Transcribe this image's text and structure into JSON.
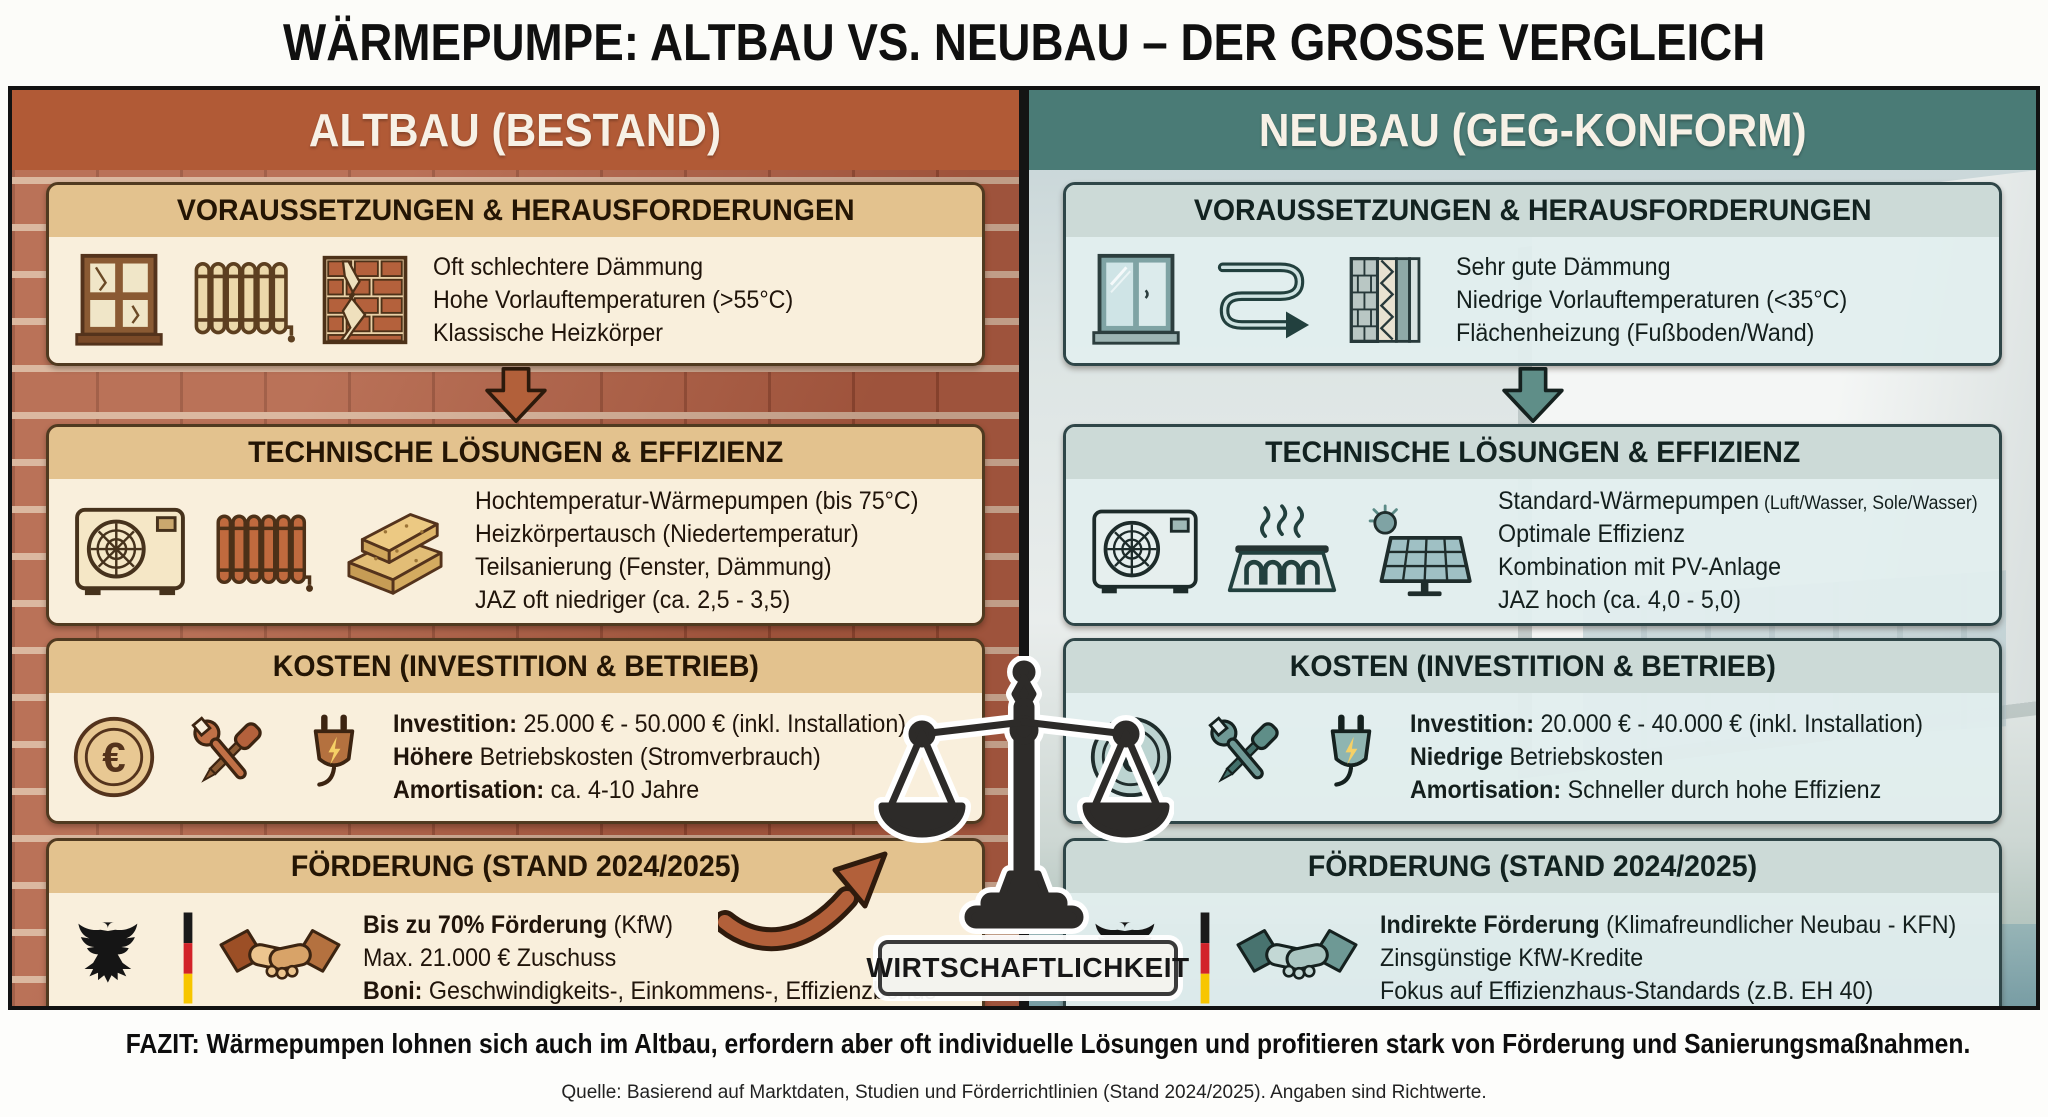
{
  "title": "WÄRMEPUMPE: ALTBAU VS. NEUBAU – DER GROSSE VERGLEICH",
  "columns": {
    "altbau": {
      "header": "ALTBAU (BESTAND)",
      "sections": {
        "voraussetzungen": {
          "title": "VORAUSSETZUNGEN & HERAUSFORDERUNGEN",
          "icons": [
            "broken-window-icon",
            "old-radiator-icon",
            "cracked-wall-icon"
          ],
          "lines": [
            {
              "t": "Oft schlechtere Dämmung"
            },
            {
              "t": "Hohe Vorlauftemperaturen (>55°C)"
            },
            {
              "t": "Klassische Heizkörper"
            }
          ]
        },
        "technik": {
          "title": "TECHNISCHE LÖSUNGEN & EFFIZIENZ",
          "icons": [
            "heat-pump-icon",
            "radiator-icon",
            "insulation-boards-icon"
          ],
          "lines": [
            {
              "t": "Hochtemperatur-Wärmepumpen (bis 75°C)"
            },
            {
              "t": "Heizkörpertausch (Niedertemperatur)"
            },
            {
              "t": "Teilsanierung (Fenster, Dämmung)"
            },
            {
              "t": "JAZ oft niedriger (ca. 2,5 - 3,5)"
            }
          ]
        },
        "kosten": {
          "title": "KOSTEN (INVESTITION & BETRIEB)",
          "icons": [
            "euro-coin-icon",
            "tools-icon",
            "power-plug-icon"
          ],
          "lines": [
            {
              "b": "Investition:",
              "t": " 25.000 € - 50.000 € (inkl. Installation)"
            },
            {
              "b": "Höhere",
              "t": " Betriebskosten (Stromverbrauch)"
            },
            {
              "b": "Amortisation:",
              "t": " ca. 4-10 Jahre"
            }
          ]
        },
        "foerderung": {
          "title": "FÖRDERUNG (STAND 2024/2025)",
          "icons": [
            "federal-eagle-icon",
            "german-flag-icon",
            "handshake-icon"
          ],
          "lines": [
            {
              "b": "Bis zu 70% Förderung",
              "t": " (KfW)"
            },
            {
              "t": "Max. 21.000 € Zuschuss"
            },
            {
              "b": "Boni:",
              "t": " Geschwindigkeits-, Einkommens-, Effizienzbonus"
            }
          ]
        }
      }
    },
    "neubau": {
      "header": "NEUBAU (GEG-KONFORM)",
      "sections": {
        "voraussetzungen": {
          "title": "VORAUSSETZUNGEN & HERAUSFORDERUNGEN",
          "icons": [
            "modern-window-icon",
            "floor-heating-coil-icon",
            "insulated-wall-icon"
          ],
          "lines": [
            {
              "t": "Sehr gute Dämmung"
            },
            {
              "t": "Niedrige Vorlauftemperaturen (<35°C)"
            },
            {
              "t": "Flächenheizung (Fußboden/Wand)"
            }
          ]
        },
        "technik": {
          "title": "TECHNISCHE LÖSUNGEN & EFFIZIENZ",
          "icons": [
            "heat-pump-icon",
            "underfloor-heating-icon",
            "solar-panel-icon"
          ],
          "lines": [
            {
              "t": "Standard-Wärmepumpen",
              "small": " (Luft/Wasser, Sole/Wasser)"
            },
            {
              "t": "Optimale Effizienz"
            },
            {
              "t": "Kombination mit PV-Anlage"
            },
            {
              "t": "JAZ hoch (ca. 4,0 - 5,0)"
            }
          ]
        },
        "kosten": {
          "title": "KOSTEN (INVESTITION & BETRIEB)",
          "icons": [
            "euro-coin-icon",
            "tools-icon",
            "power-plug-icon"
          ],
          "lines": [
            {
              "b": "Investition:",
              "t": " 20.000 € - 40.000 € (inkl. Installation)"
            },
            {
              "b": "Niedrige",
              "t": " Betriebskosten"
            },
            {
              "b": "Amortisation:",
              "t": " Schneller durch hohe Effizienz"
            }
          ]
        },
        "foerderung": {
          "title": "FÖRDERUNG (STAND 2024/2025)",
          "icons": [
            "federal-eagle-icon",
            "german-flag-icon",
            "handshake-icon"
          ],
          "lines": [
            {
              "b": "Indirekte Förderung",
              "t": " (Klimafreundlicher Neubau - KFN)"
            },
            {
              "t": "Zinsgünstige KfW-Kredite"
            },
            {
              "t": "Fokus auf Effizienzhaus-Standards (z.B. EH 40)"
            }
          ]
        }
      }
    }
  },
  "center": {
    "icon": "balance-scale-icon",
    "label": "WIRTSCHAFTLICHKEIT"
  },
  "footer": {
    "fazit": "FAZIT: Wärmepumpen lohnen sich auch im Altbau, erfordern aber oft individuelle Lösungen und profitieren stark von Förderung und Sanierungsmaßnahmen.",
    "quelle": "Quelle: Basierend auf Marktdaten, Studien und Förderrichtlinien (Stand 2024/2025). Angaben sind Richtwerte."
  },
  "colors": {
    "altbau_accent": "#b15a36",
    "altbau_card_header": "#e3c28e",
    "altbau_card_body": "#f9efdc",
    "altbau_card_border": "#503a20",
    "neubau_accent": "#4a7b76",
    "neubau_card_header": "#ccdad7",
    "neubau_card_body": "#e2eeee",
    "neubau_card_border": "#2f4648",
    "title_text": "#101010",
    "scale_color": "#2d2b29",
    "flag_black": "#1a1a1a",
    "flag_red": "#d2232a",
    "flag_gold": "#f7c600"
  }
}
